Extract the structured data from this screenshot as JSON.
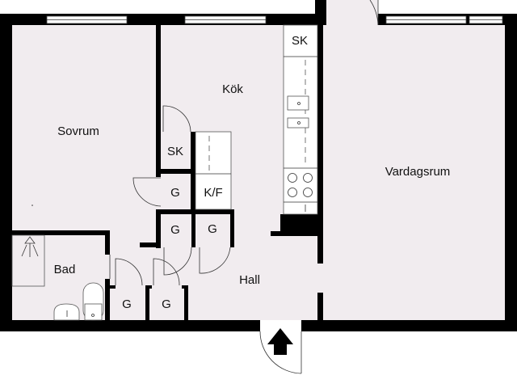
{
  "plan": {
    "rooms": {
      "sovrum": "Sovrum",
      "kok": "Kök",
      "vardagsrum": "Vardagsrum",
      "bad": "Bad",
      "hall": "Hall"
    },
    "closets": {
      "kitchen_sk": "SK",
      "hall_sk": "SK",
      "g_upper": "G",
      "kf": "K/F",
      "g_mid_left": "G",
      "g_mid_right": "G",
      "g_low_left": "G",
      "g_low_right": "G"
    },
    "colors": {
      "floor": "#f1ecef",
      "wall": "#000000"
    }
  }
}
